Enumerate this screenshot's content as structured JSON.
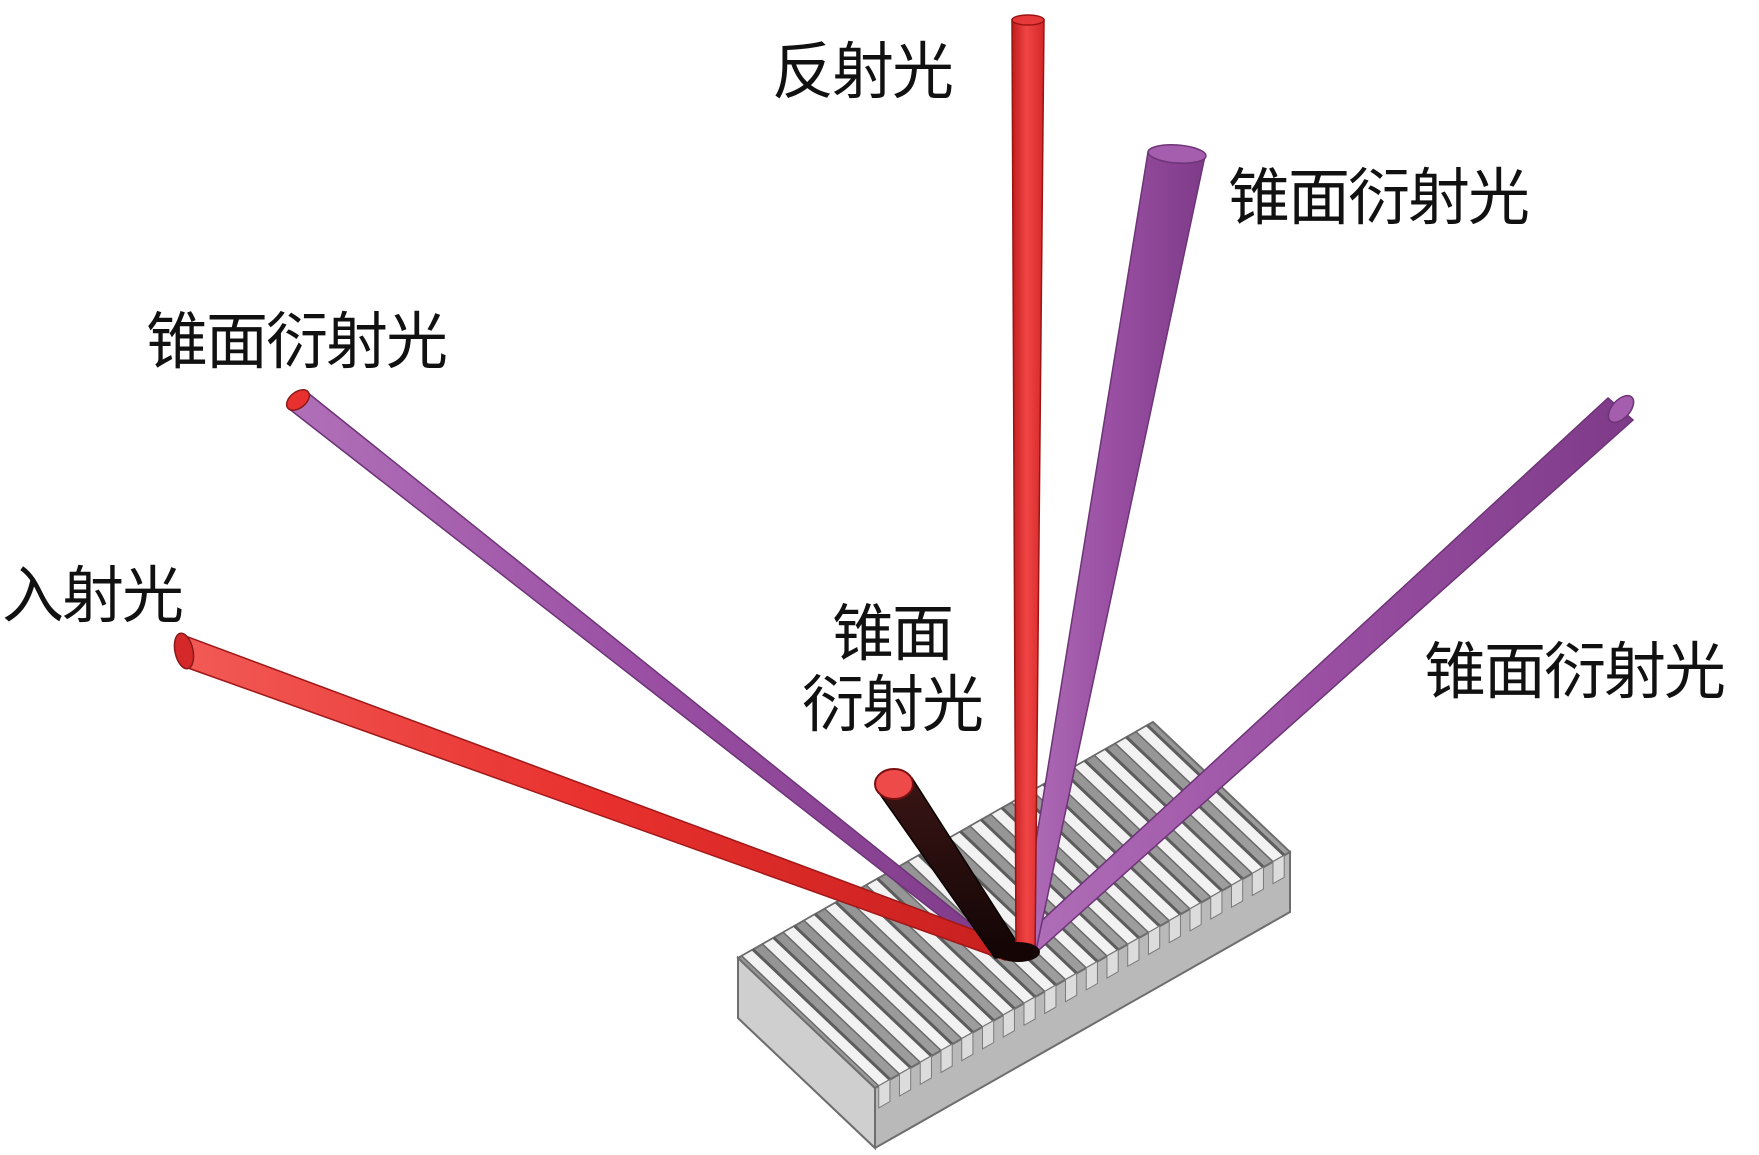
{
  "labels": {
    "reflected": "反射光",
    "conical_top_right": "锥面衍射光",
    "conical_upper_left": "锥面衍射光",
    "incident": "入射光",
    "conical_center_line1": "锥面",
    "conical_center_line2": "衍射光",
    "conical_right": "锥面衍射光"
  },
  "colors": {
    "incident_beam": "#e8312e",
    "reflected_beam": "#ec3535",
    "diffracted_beam": "#9a4fa3",
    "dark_diffracted_beam": "#2a1010",
    "grating_body": "#9a9a9a",
    "grating_ridge": "#f2f2f2",
    "background": "#ffffff"
  }
}
